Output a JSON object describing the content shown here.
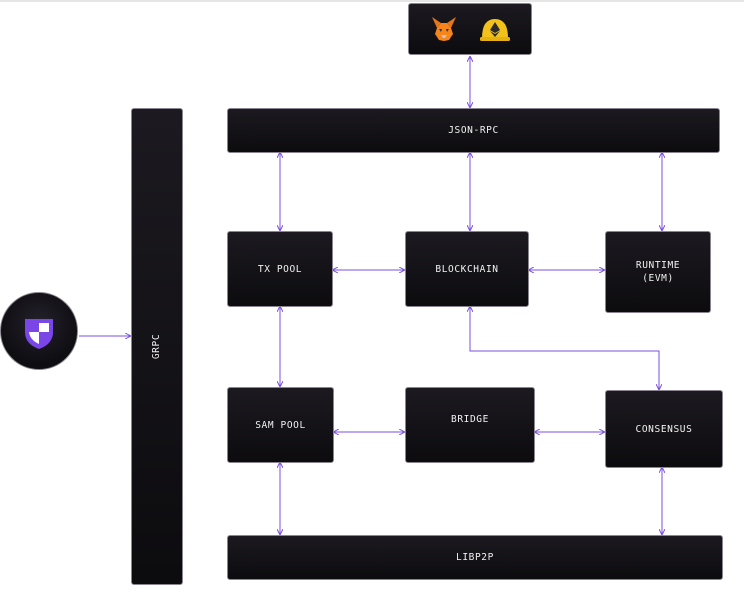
{
  "nodes": {
    "json_rpc": "JSON-RPC",
    "grpc": "GRPC",
    "tx_pool": "TX POOL",
    "blockchain": "BLOCKCHAIN",
    "runtime": "RUNTIME\n(EVM)",
    "sam_pool": "SAM POOL",
    "bridge": "BRIDGE",
    "consensus": "CONSENSUS",
    "libp2p": "LIBP2P"
  },
  "icons": {
    "wallets": [
      "metamask-fox-icon",
      "ethereum-helmet-icon"
    ],
    "client": "shield-icon"
  },
  "colors": {
    "connector": "#7a4fe0",
    "node_bg": "#111014",
    "node_border": "#8a8590",
    "shield": "#7b46e8"
  }
}
